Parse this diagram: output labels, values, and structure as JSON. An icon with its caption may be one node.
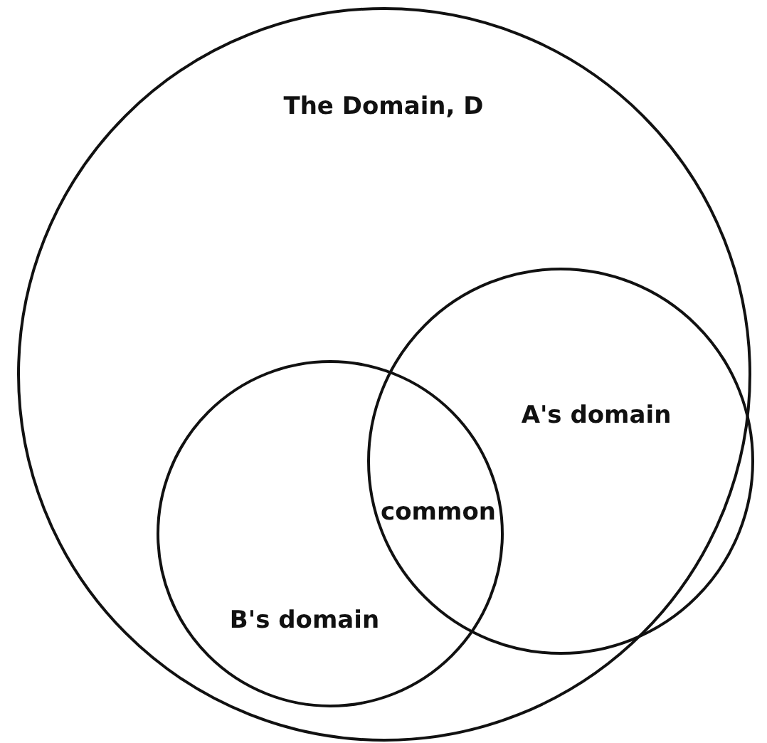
{
  "diagram": {
    "nodes": [
      {
        "text": [
          "The Domain, D"
        ]
      },
      {
        "text": [
          "A's domain"
        ],
        "in": 0
      },
      {
        "text": [
          "B's domain"
        ],
        "in": 0
      }
    ],
    "edges": [],
    "labels": [
      "common"
    ]
  }
}
